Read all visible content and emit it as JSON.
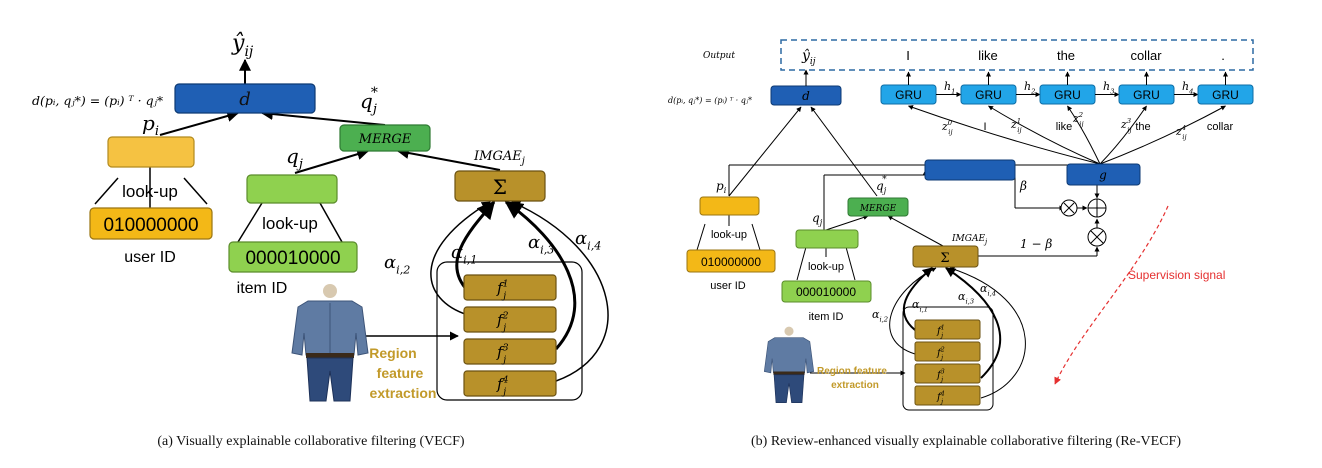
{
  "colors": {
    "dark_blue": "#1f5fb4",
    "gru_blue": "#22a5e8",
    "green": "#4caf50",
    "light_green": "#8fd14f",
    "yellow": "#f5c242",
    "orange_yellow": "#f3b817",
    "gold": "#b8912a",
    "red": "#e53030",
    "region_text": "#c29a2a"
  },
  "left": {
    "caption": "(a)  Visually explainable collaborative filtering (VECF)",
    "yhat_label": "ŷ",
    "yhat_sub": "ij",
    "formula": "d(pᵢ, qⱼ*) = (pᵢ) ᵀ · qⱼ*",
    "d_label": "d",
    "p_label": "p",
    "p_sub": "i",
    "q_label": "q",
    "q_sub": "j",
    "qstar_label": "q",
    "qstar_sub": "j",
    "qstar_sup": "*",
    "merge_label": "MERGE",
    "imgae_label": "IMGAE",
    "imgae_sub": "j",
    "sum_label": "Σ",
    "lookup_user": "look-up",
    "lookup_item": "look-up",
    "user_code": "010000000",
    "item_code": "000010000",
    "user_id": "user ID",
    "item_id": "item ID",
    "region_text": [
      "Region",
      "feature",
      "extraction"
    ],
    "alphas": [
      {
        "base": "α",
        "sub": "i,1"
      },
      {
        "base": "α",
        "sub": "i,2"
      },
      {
        "base": "α",
        "sub": "i,3"
      },
      {
        "base": "α",
        "sub": "i,4"
      }
    ],
    "features": [
      {
        "base": "f",
        "sub": "j",
        "sup": "1"
      },
      {
        "base": "f",
        "sub": "j",
        "sup": "2"
      },
      {
        "base": "f",
        "sub": "j",
        "sup": "3"
      },
      {
        "base": "f",
        "sub": "j",
        "sup": "4"
      }
    ]
  },
  "right": {
    "caption": "(b)  Review-enhanced visually explainable collaborative filtering (Re-VECF)",
    "output_label": "Output",
    "yhat_label": "ŷ",
    "yhat_sub": "ij",
    "output_words": [
      "I",
      "like",
      "the",
      "collar",
      "."
    ],
    "formula": "d(pᵢ, qⱼ*) = (pᵢ) ᵀ · qⱼ*",
    "d_label": "d",
    "gru_labels": [
      "GRU",
      "GRU",
      "GRU",
      "GRU",
      "GRU"
    ],
    "hidden": [
      {
        "base": "h",
        "sub": "1"
      },
      {
        "base": "h",
        "sub": "2"
      },
      {
        "base": "h",
        "sub": "3"
      },
      {
        "base": "h",
        "sub": "4"
      }
    ],
    "inputs_words": [
      "I",
      "like",
      "the",
      "collar"
    ],
    "z_labels": [
      {
        "base": "z",
        "sub": "ij",
        "sup": "0"
      },
      {
        "base": "z",
        "sub": "ij",
        "sup": "1"
      },
      {
        "base": "z",
        "sub": "ij",
        "sup": "2"
      },
      {
        "base": "z",
        "sub": "ij",
        "sup": "3"
      },
      {
        "base": "z",
        "sub": "ij",
        "sup": "4"
      }
    ],
    "g_label": "g",
    "beta_label": "β",
    "one_minus_beta": "1 − β",
    "p_label": "p",
    "p_sub": "i",
    "q_label": "q",
    "q_sub": "j",
    "qstar_label": "q",
    "qstar_sub": "j",
    "qstar_sup": "*",
    "merge_label": "MERGE",
    "imgae_label": "IMGAE",
    "imgae_sub": "j",
    "sum_label": "Σ",
    "lookup_user": "look-up",
    "lookup_item": "look-up",
    "user_code": "010000000",
    "item_code": "000010000",
    "user_id": "user ID",
    "item_id": "item ID",
    "supervision": "Supervision signal",
    "region_text": [
      "Region feature",
      "extraction"
    ],
    "alphas": [
      {
        "base": "α",
        "sub": "i,1"
      },
      {
        "base": "α",
        "sub": "i,2"
      },
      {
        "base": "α",
        "sub": "i,3"
      },
      {
        "base": "α",
        "sub": "i,4"
      }
    ],
    "features": [
      {
        "base": "f",
        "sub": "j",
        "sup": "1"
      },
      {
        "base": "f",
        "sub": "j",
        "sup": "2"
      },
      {
        "base": "f",
        "sub": "j",
        "sup": "3"
      },
      {
        "base": "f",
        "sub": "j",
        "sup": "4"
      }
    ]
  }
}
